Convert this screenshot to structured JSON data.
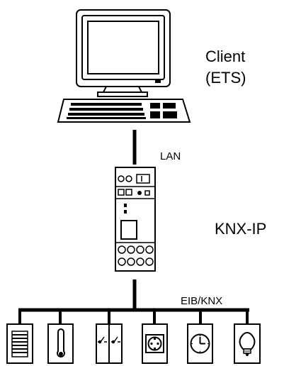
{
  "labels": {
    "client_line1": "Client",
    "client_line2": "(ETS)",
    "lan": "LAN",
    "gateway": "KNX-IP",
    "bus": "EIB/KNX"
  },
  "devices": [
    {
      "icon": "blinds-icon"
    },
    {
      "icon": "thermometer-icon"
    },
    {
      "icon": "switch-icon"
    },
    {
      "icon": "socket-icon"
    },
    {
      "icon": "clock-icon"
    },
    {
      "icon": "lamp-icon"
    }
  ],
  "colors": {
    "line": "#000000",
    "background": "#ffffff",
    "device_fill": "#ffffff"
  }
}
